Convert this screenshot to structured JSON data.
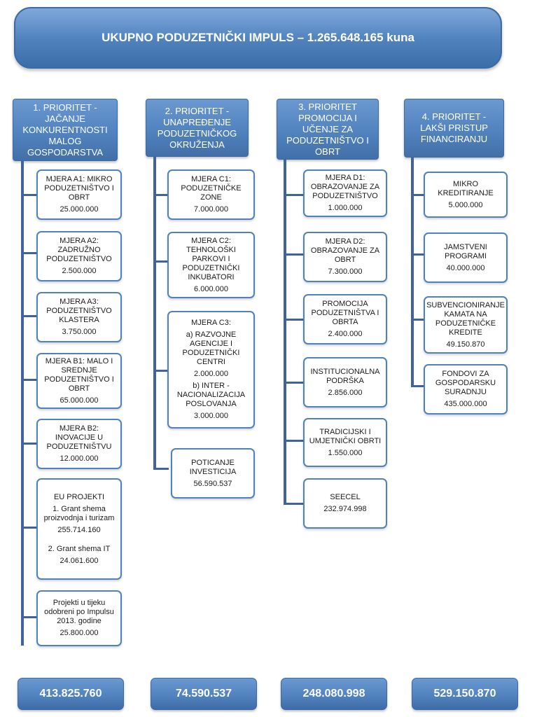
{
  "title": "UKUPNO PODUZETNIČKI IMPULS – 1.265.648.165 kuna",
  "priorities": [
    {
      "heading": "1. PRIORITET - JAČANJE KONKURENTNOSTI MALOG GOSPODARSTVA",
      "total": "413.825.760",
      "items": [
        {
          "title": "MJERA A1: MIKRO PODUZETNIŠTVO I OBRT",
          "value": "25.000.000"
        },
        {
          "title": "MJERA A2: ZADRUŽNO PODUZETNIŠTVO",
          "value": "2.500.000"
        },
        {
          "title": "MJERA A3: PODUZETNIŠTVO KLASTERA",
          "value": "3.750.000"
        },
        {
          "title": "MJERA B1: MALO I SREDNJE PODUZETNIŠTVO I OBRT",
          "value": "65.000.000"
        },
        {
          "title": "MJERA B2: INOVACIJE U PODUZETNIŠTVU",
          "value": "12.000.000"
        },
        {
          "title": "EU PROJEKTI",
          "sub1": "1. Grant shema proizvodnja i turizam",
          "value1": "255.714.160",
          "sub2": "2. Grant shema IT",
          "value2": "24.061.600"
        },
        {
          "title": "Projekti u tijeku odobreni po Impulsu 2013. godine",
          "value": "25.800.000"
        }
      ]
    },
    {
      "heading": "2. PRIORITET - UNAPREĐENJE PODUZETNIČKOG OKRUŽENJA",
      "total": "74.590.537",
      "items": [
        {
          "title": "MJERA C1: PODUZETNIČKE ZONE",
          "value": "7.000.000"
        },
        {
          "title": "MJERA C2: TEHNOLOŠKI PARKOVI I PODUZETNIČKI INKUBATORI",
          "value": "6.000.000"
        },
        {
          "title": "MJERA C3:",
          "sub1": "a) RAZVOJNE AGENCIJE I PODUZETNIČKI CENTRI",
          "value1": "2.000.000",
          "sub2": "b) INTER - NACIONALIZACIJA POSLOVANJA",
          "value2": "3.000.000"
        },
        {
          "title": "POTICANJE INVESTICIJA",
          "value": "56.590.537"
        }
      ]
    },
    {
      "heading": "3. PRIORITET PROMOCIJA I UČENJE ZA PODUZETNIŠTVO I OBRT",
      "total": "248.080.998",
      "items": [
        {
          "title": "MJERA D1: OBRAZOVANJE ZA PODUZETNIŠTVO",
          "value": "1.000.000"
        },
        {
          "title": "MJERA D2: OBRAZOVANJE ZA OBRT",
          "value": "7.300.000"
        },
        {
          "title": "PROMOCIJA PODUZETNIŠTVA I OBRTA",
          "value": "2.400.000"
        },
        {
          "title": "INSTITUCIONALNA PODRŠKA",
          "value": "2.856.000"
        },
        {
          "title": "TRADICIJSKI I UMJETNIČKI OBRTI",
          "value": "1.550.000"
        },
        {
          "title": "SEECEL",
          "value": "232.974.998"
        }
      ]
    },
    {
      "heading": "4. PRIORITET - LAKŠI PRISTUP FINANCIRANJU",
      "total": "529.150.870",
      "items": [
        {
          "title": "MIKRO KREDITIRANJE",
          "value": "5.000.000"
        },
        {
          "title": "JAMSTVENI PROGRAMI",
          "value": "40.000.000"
        },
        {
          "title": "SUBVENCIONIRANJE KAMATA NA PODUZETNIČKE KREDITE",
          "value": "49.150.870"
        },
        {
          "title": "FONDOVI ZA GOSPODARSKU SURADNJU",
          "value": "435.000.000"
        }
      ]
    }
  ]
}
